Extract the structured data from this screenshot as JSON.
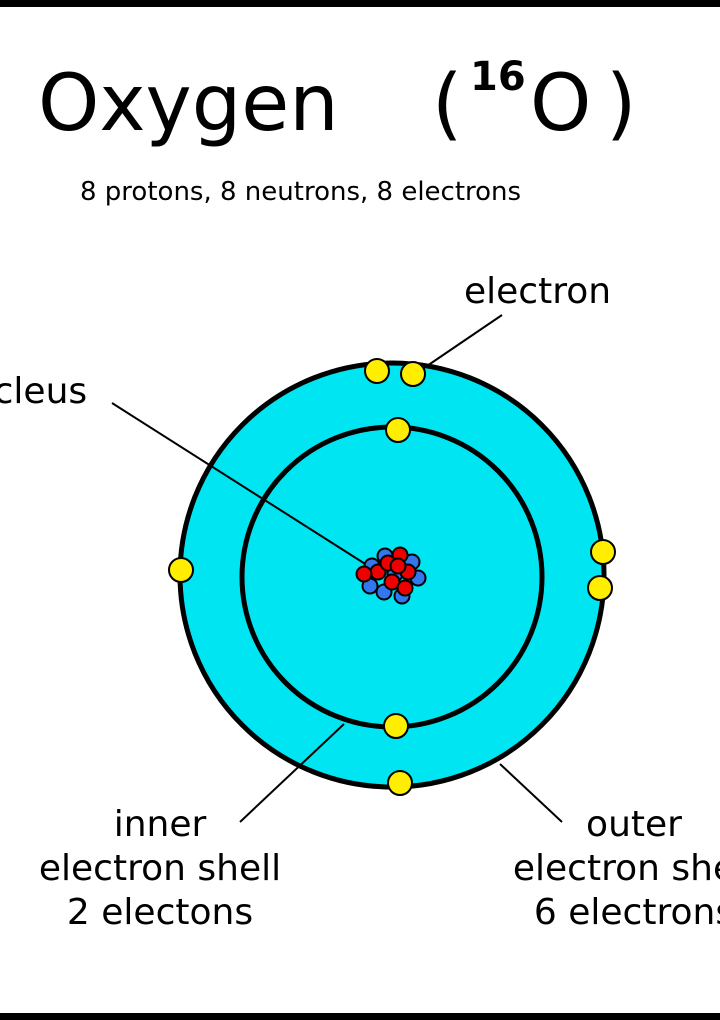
{
  "title": {
    "element": "Oxygen",
    "open_paren": "(",
    "mass_number": "16",
    "symbol": "O",
    "close_paren": ")"
  },
  "subtitle": "8 protons, 8 neutrons, 8 electrons",
  "labels": {
    "electron": "electron",
    "nucleus": "nucleus",
    "inner_shell": [
      "inner",
      "electron shell",
      "2 electons"
    ],
    "outer_shell": [
      "outer",
      "electron shell",
      "6 electrons"
    ]
  },
  "atom": {
    "protons": 8,
    "neutrons": 8,
    "inner_shell_electrons": 2,
    "outer_shell_electrons": 6
  },
  "colors": {
    "shell_fill": "#00e5f2",
    "electron": "#ffee00",
    "proton": "#ee0000",
    "neutron": "#3377ee",
    "outline": "#000000"
  }
}
